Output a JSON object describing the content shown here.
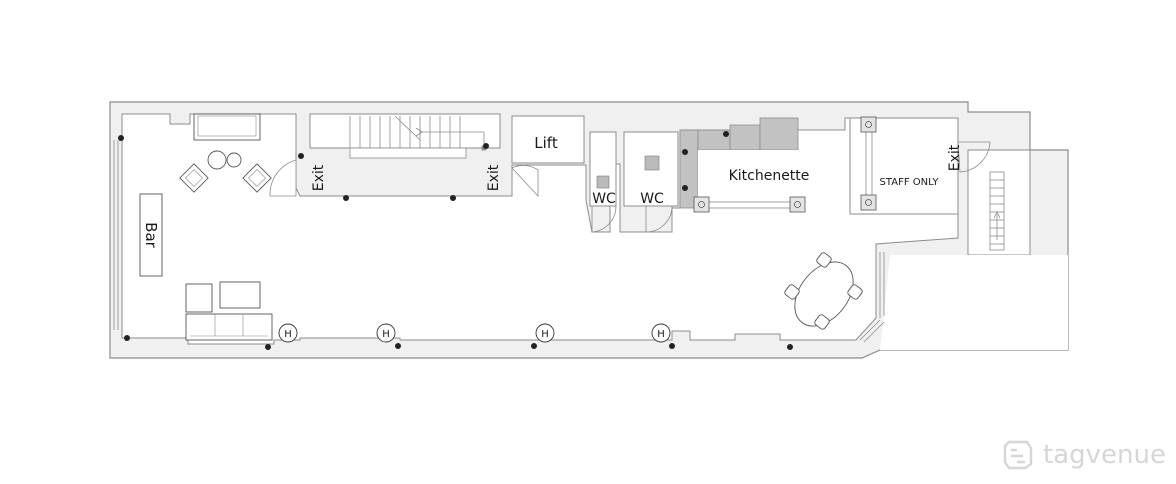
{
  "labels": {
    "bar": "Bar",
    "exit_left": "Exit",
    "exit_middle": "Exit",
    "exit_right": "Exit",
    "lift": "Lift",
    "wc_small": "WC",
    "wc_large": "WC",
    "kitchenette": "Kitchenette",
    "staff_only": "STAFF ONLY",
    "heater": "H"
  },
  "brand": {
    "name": "tagvenue"
  },
  "colors": {
    "wall": "#f0f0f0",
    "wall_stroke": "#8c8c8c",
    "worktop": "#c2c2c2",
    "logo": "#d6d6d6"
  }
}
